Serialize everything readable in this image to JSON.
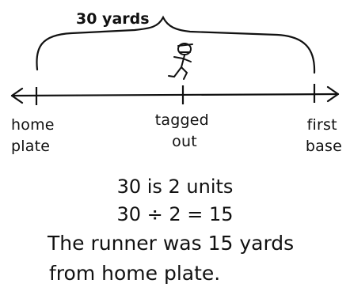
{
  "bracket": {
    "label": "30 yards"
  },
  "number_line": {
    "points": [
      {
        "label_lines": [
          "home",
          "plate"
        ]
      },
      {
        "label_lines": [
          "tagged",
          "out"
        ]
      },
      {
        "label_lines": [
          "first",
          "base"
        ]
      }
    ]
  },
  "work": {
    "line1": "30 is 2 units",
    "line2": "30 ÷ 2 = 15",
    "line3": "The runner was 15 yards",
    "line4": "from home plate."
  }
}
